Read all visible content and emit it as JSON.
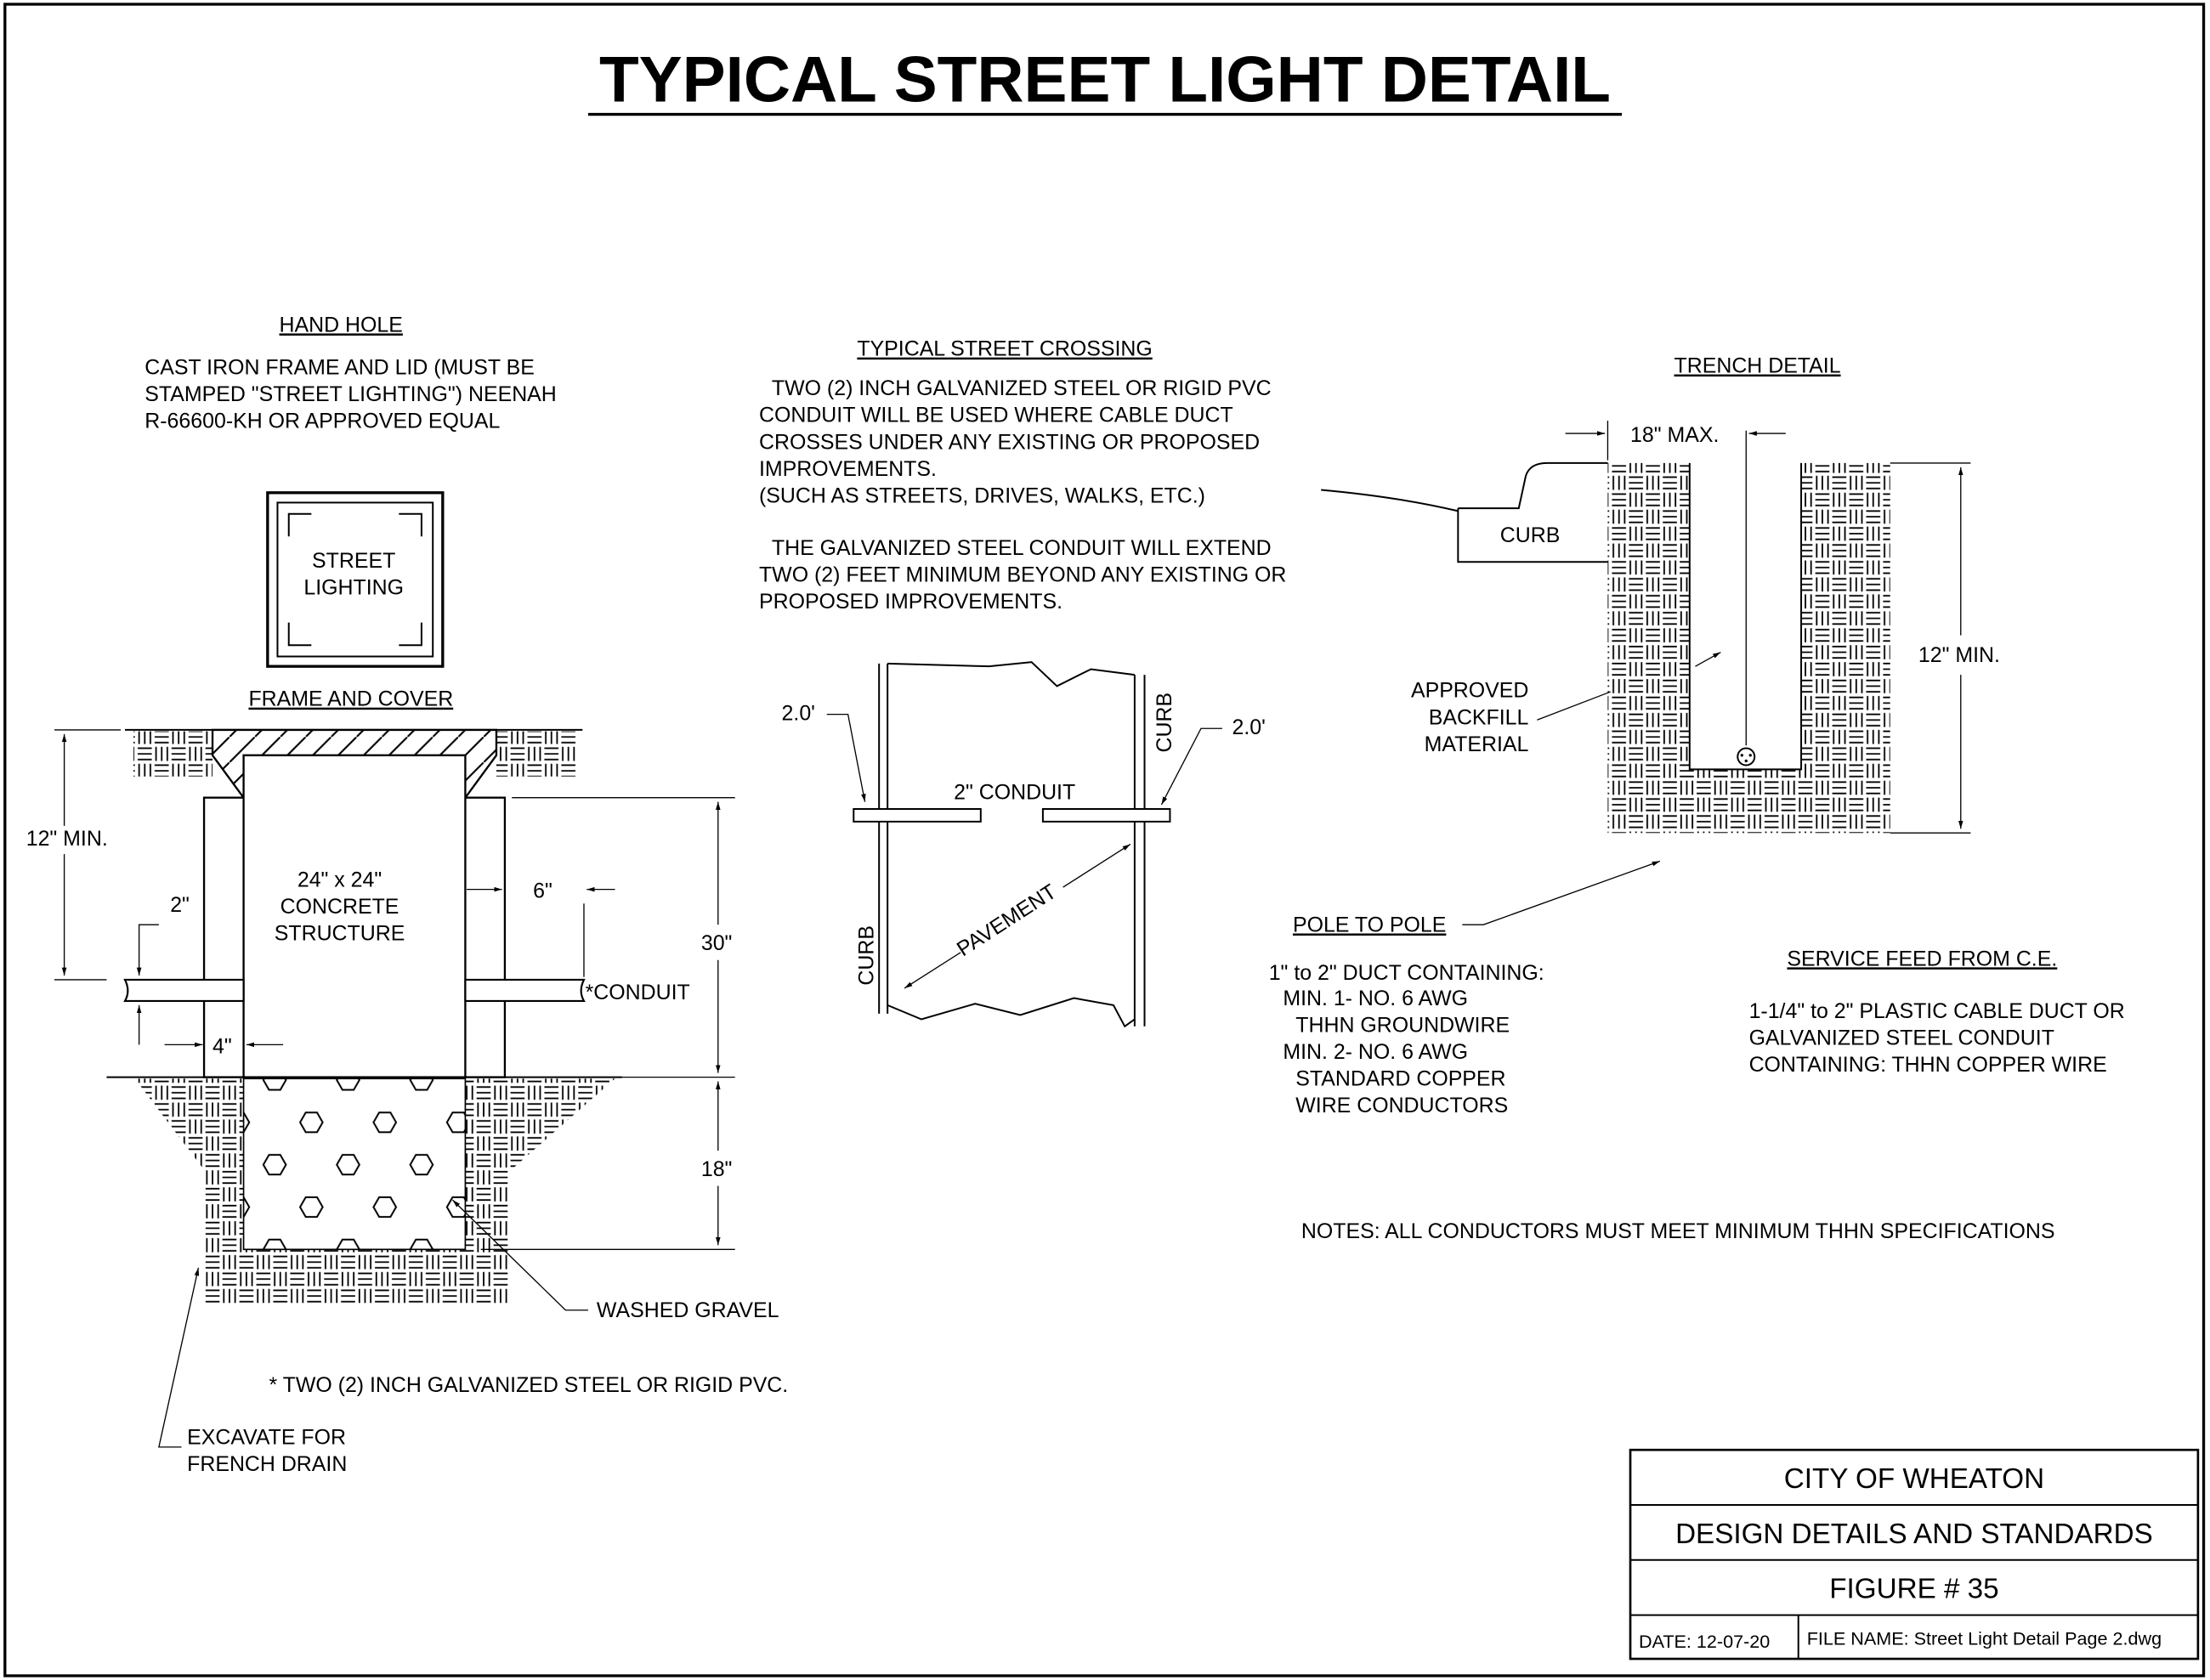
{
  "title": "TYPICAL STREET LIGHT DETAIL",
  "hand_hole": {
    "heading": "HAND HOLE",
    "lines": [
      "CAST IRON FRAME AND LID (MUST BE",
      "STAMPED \"STREET LIGHTING\") NEENAH",
      "R-66600-KH OR APPROVED EQUAL"
    ],
    "lid_text": [
      "STREET",
      "LIGHTING"
    ],
    "frame_heading": "FRAME AND COVER",
    "structure_text": [
      "24\" x 24\"",
      "CONCRETE",
      "STRUCTURE"
    ],
    "dim_12_min": "12\" MIN.",
    "dim_2": "2\"",
    "dim_6": "6\"",
    "dim_4": "4\"",
    "dim_30": "30\"",
    "dim_18": "18\"",
    "conduit_label": "*CONDUIT",
    "washed_gravel": "WASHED GRAVEL",
    "footnote": "* TWO (2) INCH GALVANIZED STEEL OR RIGID PVC.",
    "excavate": [
      "EXCAVATE FOR",
      "FRENCH DRAIN"
    ]
  },
  "street_crossing": {
    "heading": "TYPICAL STREET CROSSING",
    "para1": [
      "TWO (2) INCH GALVANIZED STEEL OR RIGID PVC",
      "CONDUIT WILL BE USED WHERE CABLE DUCT",
      "CROSSES UNDER ANY EXISTING OR PROPOSED",
      "IMPROVEMENTS.",
      "(SUCH AS STREETS, DRIVES, WALKS, ETC.)"
    ],
    "para2": [
      "THE GALVANIZED STEEL CONDUIT WILL EXTEND",
      "TWO (2) FEET MINIMUM BEYOND ANY EXISTING OR",
      "PROPOSED IMPROVEMENTS."
    ],
    "dim_left": "2.0'",
    "dim_right": "2.0'",
    "conduit": "2\" CONDUIT",
    "curb_left": "CURB",
    "curb_right": "CURB",
    "pavement": "PAVEMENT"
  },
  "trench": {
    "heading": "TRENCH DETAIL",
    "dim_width": "18\" MAX.",
    "curb": "CURB",
    "dim_depth": "12\" MIN.",
    "backfill": [
      "APPROVED",
      "BACKFILL",
      "MATERIAL"
    ],
    "pole_heading": "POLE TO POLE",
    "pole_lines": [
      "1\" to 2\" DUCT CONTAINING:",
      "MIN. 1- NO. 6 AWG",
      "THHN GROUNDWIRE",
      "MIN. 2- NO. 6 AWG",
      "STANDARD COPPER",
      "WIRE CONDUCTORS"
    ],
    "service_heading": "SERVICE FEED FROM C.E.",
    "service_lines": [
      "1-1/4\" to 2\" PLASTIC CABLE DUCT OR",
      "GALVANIZED STEEL CONDUIT",
      "CONTAINING:  THHN COPPER WIRE"
    ]
  },
  "notes": "NOTES: ALL CONDUCTORS MUST MEET MINIMUM THHN SPECIFICATIONS",
  "title_block": {
    "org": "CITY OF WHEATON",
    "series": "DESIGN DETAILS AND STANDARDS",
    "figure": "FIGURE # 35",
    "date": "DATE: 12-07-20",
    "file_name": "FILE NAME: Street Light Detail Page 2.dwg"
  }
}
